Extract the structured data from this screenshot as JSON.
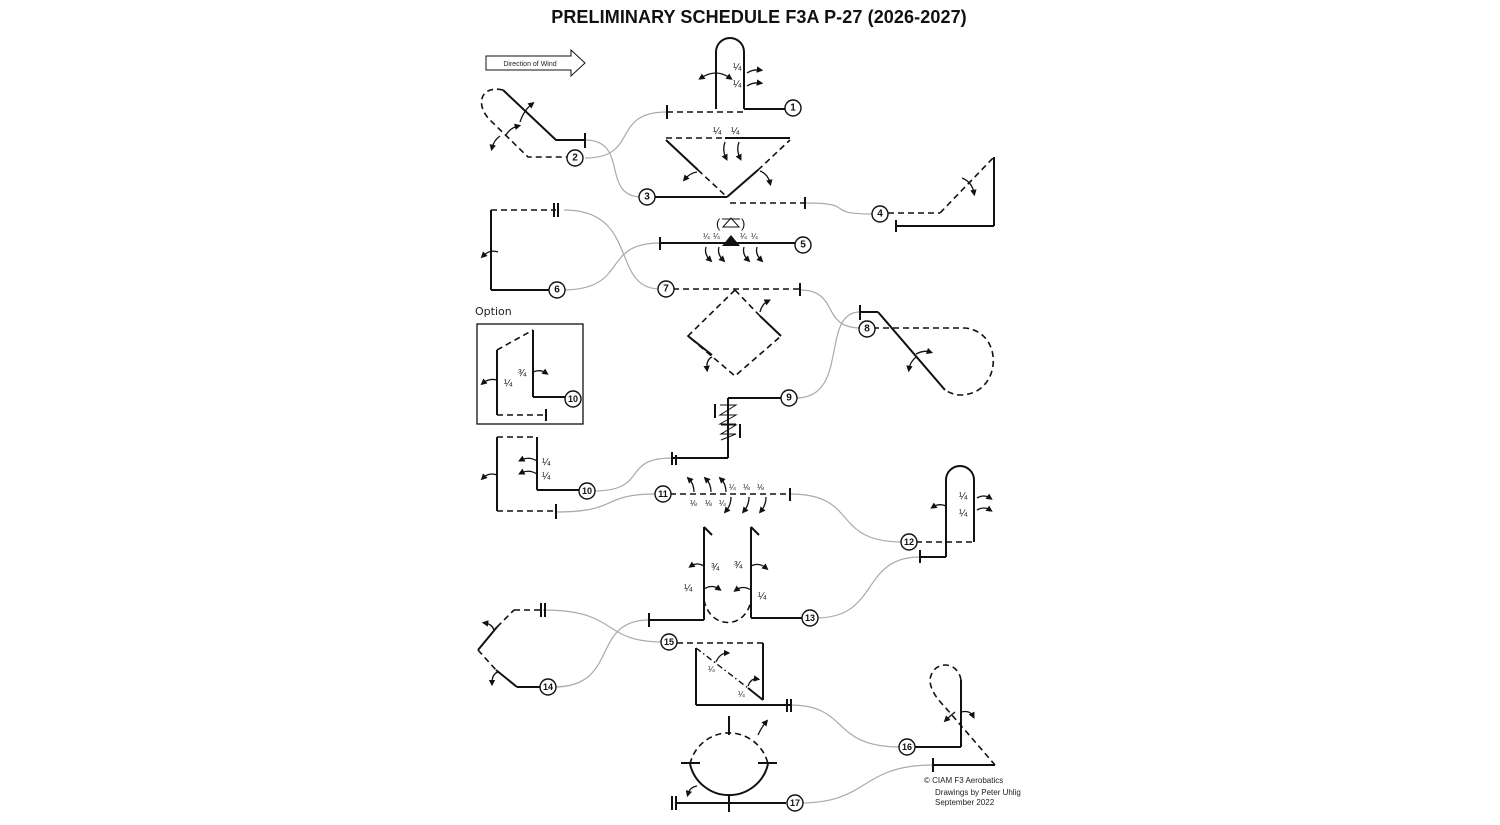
{
  "document": {
    "title": "PRELIMINARY SCHEDULE F3A P-27 (2026-2027)",
    "wind_label": "Direction of Wind",
    "option_label": "Option",
    "credits": {
      "copyright": "©  CIAM F3 Aerobatics",
      "author": "Drawings by Peter Uhlig",
      "date": "September 2022"
    }
  },
  "figures": [
    {
      "number": "1",
      "roll_labels": [
        "1/4",
        "1/4"
      ]
    },
    {
      "number": "2",
      "roll_labels": []
    },
    {
      "number": "3",
      "roll_labels": [
        "1/4",
        "1/4"
      ]
    },
    {
      "number": "4",
      "roll_labels": []
    },
    {
      "number": "5",
      "roll_labels": [
        "1/4",
        "1/4",
        "1/4",
        "1/4"
      ],
      "note": "(snap)"
    },
    {
      "number": "6",
      "roll_labels": []
    },
    {
      "number": "7",
      "roll_labels": []
    },
    {
      "number": "8",
      "roll_labels": []
    },
    {
      "number": "9",
      "roll_labels": []
    },
    {
      "number": "10",
      "roll_labels": [
        "1/4",
        "1/4"
      ]
    },
    {
      "number": "10",
      "variant": "option",
      "roll_labels": [
        "1/4",
        "3/4"
      ]
    },
    {
      "number": "11",
      "roll_labels": [
        "1/8",
        "1/8",
        "1/4",
        "1/4",
        "1/8",
        "1/8"
      ]
    },
    {
      "number": "12",
      "roll_labels": [
        "1/4",
        "1/4"
      ]
    },
    {
      "number": "13",
      "roll_labels": [
        "3/4",
        "3/4",
        "1/4",
        "1/4"
      ]
    },
    {
      "number": "14",
      "roll_labels": []
    },
    {
      "number": "15",
      "roll_labels": [
        "1/4",
        "1/4"
      ]
    },
    {
      "number": "16",
      "roll_labels": []
    },
    {
      "number": "17",
      "roll_labels": []
    }
  ],
  "labels": {
    "q": "¼",
    "tq": "¾",
    "e": "⅛",
    "n1": "1",
    "n2": "2",
    "n3": "3",
    "n4": "4",
    "n5": "5",
    "n6": "6",
    "n7": "7",
    "n8": "8",
    "n9": "9",
    "n10": "10",
    "n11": "11",
    "n12": "12",
    "n13": "13",
    "n14": "14",
    "n15": "15",
    "n16": "16",
    "n17": "17"
  }
}
